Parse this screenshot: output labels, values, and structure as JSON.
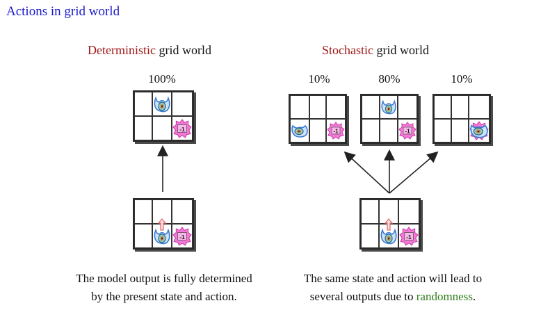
{
  "title": "Actions in grid world",
  "left": {
    "heading_accent": "Deterministic",
    "heading_rest": " grid world",
    "probability": "100%",
    "caption_line1": "The model output is fully determined",
    "caption_line2": "by the present state and action."
  },
  "right": {
    "heading_accent": "Stochastic",
    "heading_rest": " grid world",
    "probabilities": [
      "10%",
      "80%",
      "10%"
    ],
    "caption_line1": "The same state and action will lead to",
    "caption_line2_prefix": "several outputs due to ",
    "caption_highlight": "randomness",
    "caption_suffix": "."
  },
  "penalty_label": "-1",
  "colors": {
    "title": "#1a1acc",
    "accent": "#a01818",
    "highlight": "#2e7d1a",
    "penalty": "#f060d0",
    "agent": "#3a7bd5",
    "action_arrow": "#e07070"
  },
  "icons": [
    "agent-icon",
    "penalty-icon",
    "up-arrow-icon"
  ]
}
